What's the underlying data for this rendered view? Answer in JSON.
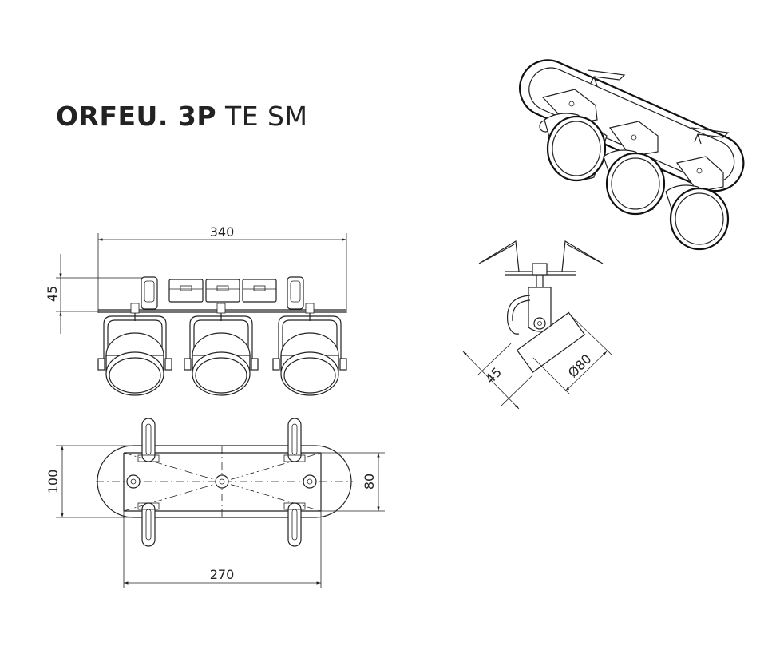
{
  "title": {
    "bold": "ORFEU. 3P",
    "light": "TE SM"
  },
  "dimensions": {
    "front_width": "340",
    "front_height": "45",
    "bottom_width": "270",
    "bottom_outer_height": "100",
    "bottom_inner_height": "80",
    "side_depth": "45",
    "side_diameter": "Ø80"
  }
}
